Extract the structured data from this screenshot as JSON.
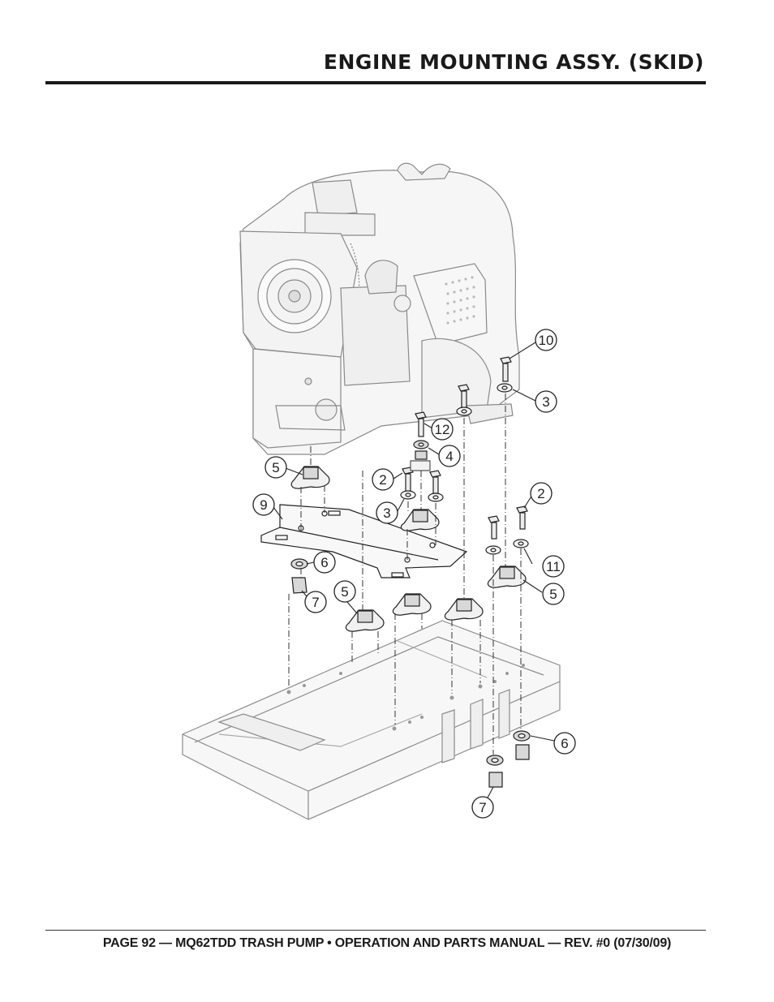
{
  "header": {
    "title": "ENGINE MOUNTING ASSY. (SKID)"
  },
  "footer": {
    "text": "PAGE 92 — MQ62TDD TRASH PUMP • OPERATION AND PARTS MANUAL — REV. #0 (07/30/09)"
  },
  "diagram": {
    "callouts": [
      "10",
      "3",
      "12",
      "4",
      "5",
      "2",
      "9",
      "3",
      "2",
      "6",
      "7",
      "5",
      "11",
      "5",
      "6",
      "7"
    ],
    "colors": {
      "line": "#7a7a7a",
      "dark": "#222222",
      "light_fill": "#f4f4f4",
      "part_fill": "#e6e6e6"
    }
  }
}
